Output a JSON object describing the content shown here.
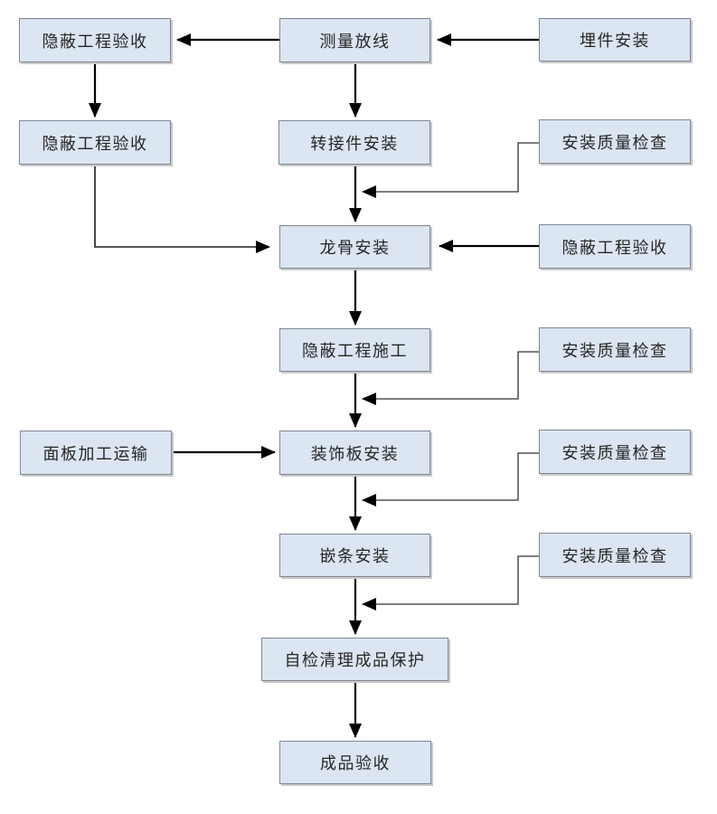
{
  "colors": {
    "background": "#ffffff",
    "node_fill": "#dce6f2",
    "node_border": "#7f8694",
    "node_shadow": "#c9c9c9",
    "arrow": "#000000",
    "text": "#262626"
  },
  "nodes": [
    {
      "id": "hidden-acceptance-1",
      "label": "隐蔽工程验收"
    },
    {
      "id": "survey-layout",
      "label": "测量放线"
    },
    {
      "id": "embed-install",
      "label": "埋件安装"
    },
    {
      "id": "hidden-acceptance-2",
      "label": "隐蔽工程验收"
    },
    {
      "id": "adapter-install",
      "label": "转接件安装"
    },
    {
      "id": "qc-check-1",
      "label": "安装质量检查"
    },
    {
      "id": "keel-install",
      "label": "龙骨安装"
    },
    {
      "id": "hidden-acceptance-3",
      "label": "隐蔽工程验收"
    },
    {
      "id": "hidden-works",
      "label": "隐蔽工程施工"
    },
    {
      "id": "qc-check-2",
      "label": "安装质量检查"
    },
    {
      "id": "panel-transport",
      "label": "面板加工运输"
    },
    {
      "id": "panel-install",
      "label": "装饰板安装"
    },
    {
      "id": "qc-check-3",
      "label": "安装质量检查"
    },
    {
      "id": "trim-install",
      "label": "嵌条安装"
    },
    {
      "id": "qc-check-4",
      "label": "安装质量检查"
    },
    {
      "id": "self-check-protect",
      "label": "自检清理成品保护"
    },
    {
      "id": "final-acceptance",
      "label": "成品验收"
    }
  ],
  "edges": [
    {
      "from": "embed-install",
      "to": "survey-layout"
    },
    {
      "from": "survey-layout",
      "to": "hidden-acceptance-1"
    },
    {
      "from": "hidden-acceptance-1",
      "to": "hidden-acceptance-2"
    },
    {
      "from": "survey-layout",
      "to": "adapter-install"
    },
    {
      "from": "adapter-install",
      "to": "keel-install"
    },
    {
      "from": "qc-check-1",
      "to": "keel-install"
    },
    {
      "from": "hidden-acceptance-2",
      "to": "keel-install"
    },
    {
      "from": "hidden-acceptance-3",
      "to": "keel-install"
    },
    {
      "from": "keel-install",
      "to": "hidden-works"
    },
    {
      "from": "hidden-works",
      "to": "panel-install"
    },
    {
      "from": "qc-check-2",
      "to": "panel-install"
    },
    {
      "from": "panel-transport",
      "to": "panel-install"
    },
    {
      "from": "panel-install",
      "to": "trim-install"
    },
    {
      "from": "qc-check-3",
      "to": "trim-install"
    },
    {
      "from": "trim-install",
      "to": "self-check-protect"
    },
    {
      "from": "qc-check-4",
      "to": "self-check-protect"
    },
    {
      "from": "self-check-protect",
      "to": "final-acceptance"
    }
  ]
}
